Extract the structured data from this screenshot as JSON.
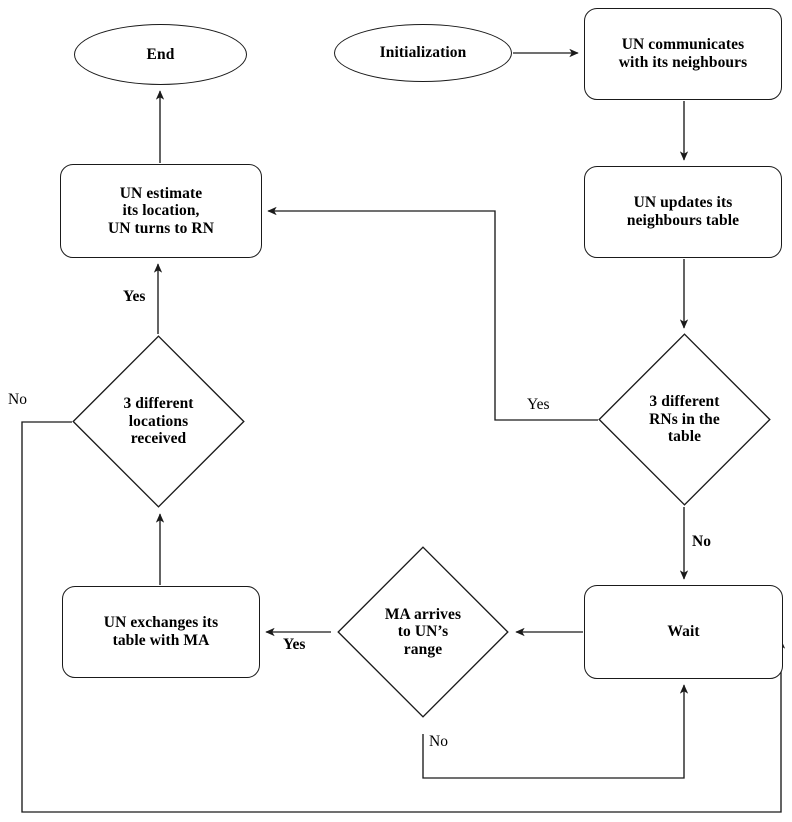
{
  "diagram": {
    "title": "UN localization algorithm flowchart",
    "background": "#ffffff",
    "stroke": "#1a1a1a",
    "text_color": "#000000"
  },
  "nodes": {
    "end": {
      "label": "End",
      "shape": "terminator"
    },
    "initialization": {
      "label": "Initialization",
      "shape": "terminator"
    },
    "un_communicates": {
      "label": "UN communicates\nwith its neighbours",
      "shape": "process"
    },
    "un_updates": {
      "label": "UN updates its\nneighbours table",
      "shape": "process"
    },
    "un_estimate": {
      "label": "UN estimate\nits location,\nUN turns to RN",
      "shape": "process"
    },
    "locations_decision": {
      "label": "3 different\nlocations\nreceived",
      "shape": "decision"
    },
    "rns_decision": {
      "label": "3 different\nRNs in the\ntable",
      "shape": "decision"
    },
    "un_exchanges": {
      "label": "UN exchanges its\ntable with MA",
      "shape": "process"
    },
    "ma_decision": {
      "label": "MA arrives\nto UN’s\nrange",
      "shape": "decision"
    },
    "wait": {
      "label": "Wait",
      "shape": "process"
    }
  },
  "edge_labels": {
    "locations_yes": "Yes",
    "locations_no": "No",
    "rns_yes": "Yes",
    "rns_no": "No",
    "ma_yes": "Yes",
    "ma_no": "No"
  }
}
